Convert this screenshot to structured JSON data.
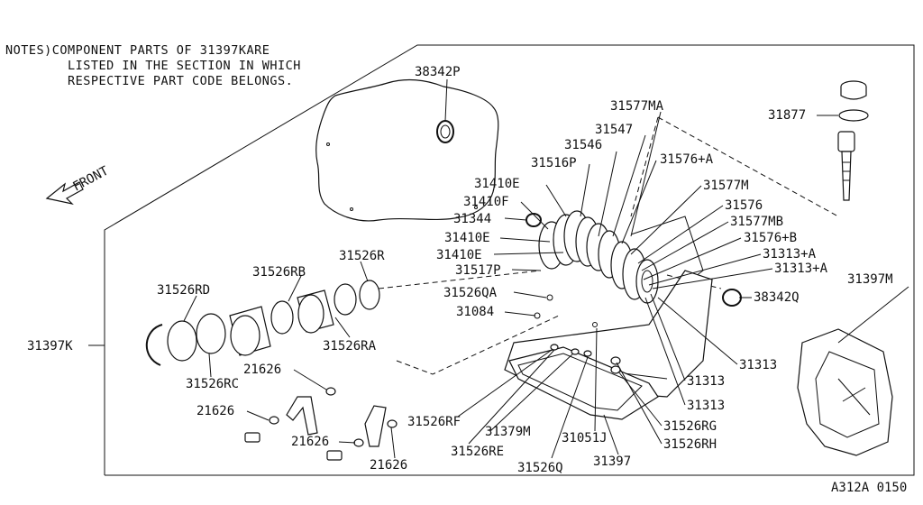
{
  "notes": {
    "line1": "NOTES)COMPONENT PARTS OF 31397KARE",
    "line2": "LISTED IN THE SECTION IN WHICH",
    "line3": "RESPECTIVE PART CODE BELONGS."
  },
  "front_label": "FRONT",
  "ref_code": "A312A 0150",
  "parts": {
    "p38342P": "38342P",
    "p31877": "31877",
    "p31577MA": "31577MA",
    "p31547": "31547",
    "p31546": "31546",
    "p31516P": "31516P",
    "p31576A": "31576+A",
    "p31410E_1": "31410E",
    "p31577M": "31577M",
    "p31410F": "31410F",
    "p31576": "31576",
    "p31344": "31344",
    "p31577MB": "31577MB",
    "p31410E_2": "31410E",
    "p31576B": "31576+B",
    "p31410E_3": "31410E",
    "p31313A_1": "31313+A",
    "p31526R": "31526R",
    "p31517P": "31517P",
    "p31313A_2": "31313+A",
    "p31526RB": "31526RB",
    "p31397M": "31397M",
    "p31526RD": "31526RD",
    "p31526QA": "31526QA",
    "p38342Q": "38342Q",
    "p31084": "31084",
    "p31397K": "31397K",
    "p31526RA": "31526RA",
    "p31313_1": "31313",
    "p21626_1": "21626",
    "p31313_2": "31313",
    "p31526RC": "31526RC",
    "p31313_3": "31313",
    "p21626_2": "21626",
    "p31526RF": "31526RF",
    "p31526RG": "31526RG",
    "p31379M": "31379M",
    "p31051J": "31051J",
    "p31526RH": "31526RH",
    "p21626_3": "21626",
    "p31526RE": "31526RE",
    "p21626_4": "21626",
    "p31397": "31397",
    "p31526Q": "31526Q"
  }
}
